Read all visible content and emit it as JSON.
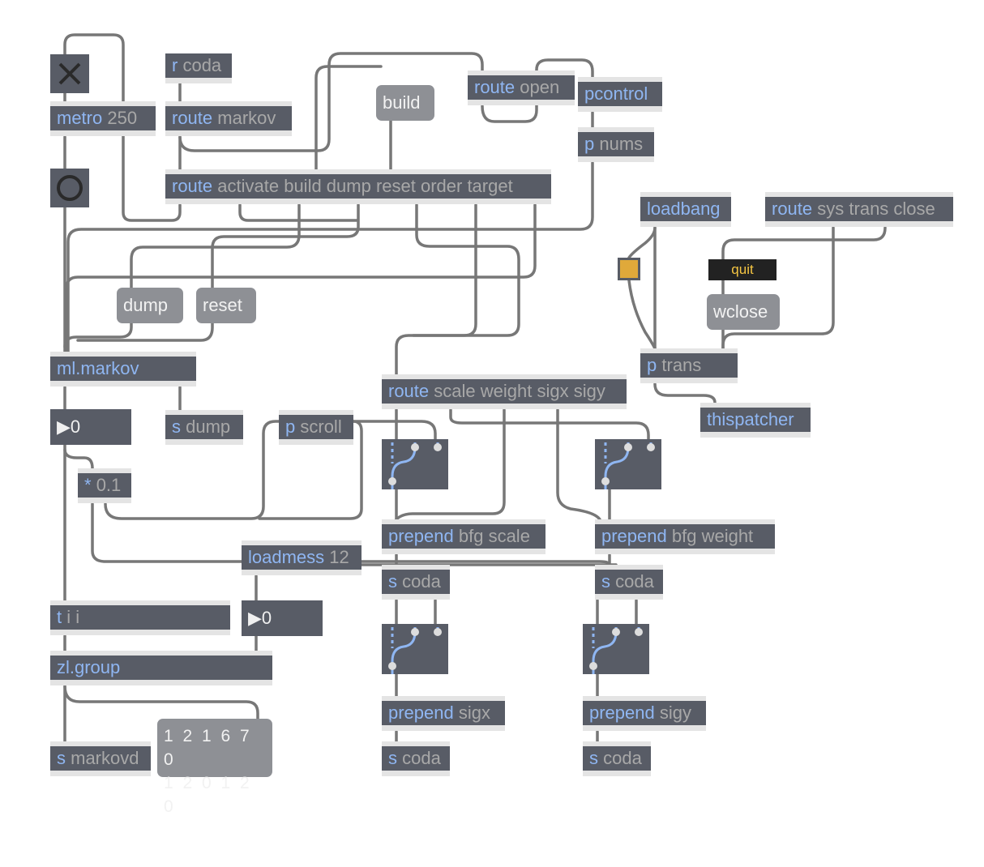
{
  "objects": [
    {
      "cls": "metro",
      "args": "250"
    },
    {
      "cls": "r",
      "args": "coda"
    },
    {
      "cls": "route",
      "args": "markov"
    },
    {
      "cls": "route",
      "args": "open"
    },
    {
      "cls": "pcontrol",
      "args": ""
    },
    {
      "cls": "p",
      "args": "nums"
    },
    {
      "cls": "route",
      "args": "activate build dump reset order target"
    },
    {
      "cls": "loadbang",
      "args": ""
    },
    {
      "cls": "route",
      "args": "sys trans close"
    },
    {
      "cls": "p",
      "args": "trans"
    },
    {
      "cls": "thispatcher",
      "args": ""
    },
    {
      "cls": "ml.markov",
      "args": ""
    },
    {
      "cls": "route",
      "args": "scale weight sigx sigy"
    },
    {
      "cls": "s",
      "args": "dump"
    },
    {
      "cls": "p",
      "args": "scroll"
    },
    {
      "cls": "*",
      "args": "0.1"
    },
    {
      "cls": "prepend",
      "args": "bfg scale"
    },
    {
      "cls": "prepend",
      "args": "bfg weight"
    },
    {
      "cls": "loadmess",
      "args": "12"
    },
    {
      "cls": "s",
      "args": "coda"
    },
    {
      "cls": "s",
      "args": "coda"
    },
    {
      "cls": "t",
      "args": "i i"
    },
    {
      "cls": "zl.group",
      "args": ""
    },
    {
      "cls": "prepend",
      "args": "sigx"
    },
    {
      "cls": "prepend",
      "args": "sigy"
    },
    {
      "cls": "s",
      "args": "coda"
    },
    {
      "cls": "s",
      "args": "coda"
    },
    {
      "cls": "s",
      "args": "markovd"
    }
  ],
  "messages": [
    {
      "text": "build"
    },
    {
      "text": "dump"
    },
    {
      "text": "reset"
    },
    {
      "text": "wclose"
    },
    {
      "text": "quit"
    },
    {
      "line1": "1 2 1 6 7 0",
      "line2": "1 2 0 1 2 0"
    }
  ],
  "numbers": [
    "0",
    "0"
  ],
  "colors": {
    "box": "#585c66",
    "accent": "#8fb6f2",
    "cord": "#777777",
    "bang": "#e0a93a"
  }
}
